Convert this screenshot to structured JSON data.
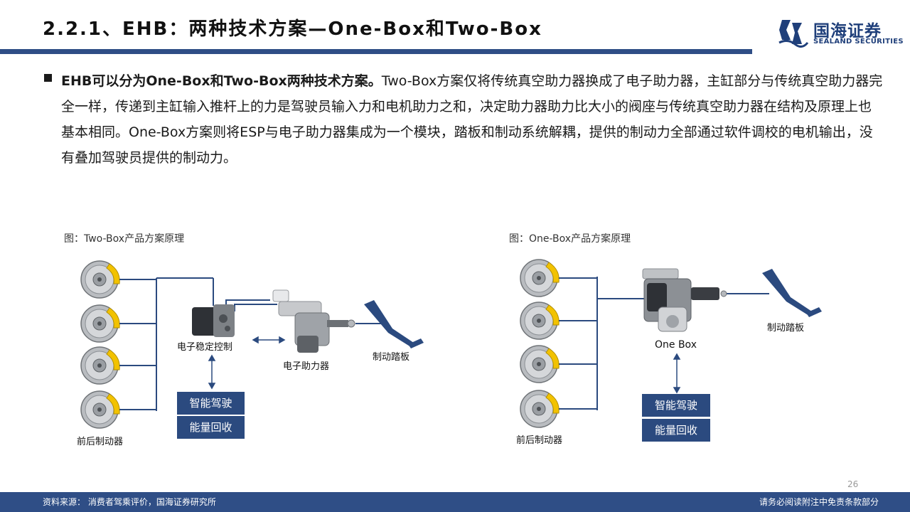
{
  "header": {
    "title": "2.2.1、EHB：两种技术方案—One-Box和Two-Box",
    "logo_cn": "国海证券",
    "logo_en": "SEALAND SECURITIES"
  },
  "body": {
    "bold_lead": "EHB可以分为One-Box和Two-Box两种技术方案。",
    "text": "Two-Box方案仅将传统真空助力器换成了电子助力器，主缸部分与传统真空助力器完全一样，传递到主缸输入推杆上的力是驾驶员输入力和电机助力之和，决定助力器助力比大小的阀座与传统真空助力器在结构及原理上也基本相同。One-Box方案则将ESP与电子助力器集成为一个模块，踏板和制动系统解耦，提供的制动力全部通过软件调校的电机输出，没有叠加驾驶员提供的制动力。"
  },
  "left_figure": {
    "caption": "图：Two-Box产品方案原理",
    "esc_label": "电子稳定控制",
    "booster_label": "电子助力器",
    "pedal_label": "制动踏板",
    "brakes_label": "前后制动器",
    "box1": "智能驾驶",
    "box2": "能量回收"
  },
  "right_figure": {
    "caption": "图：One-Box产品方案原理",
    "onebox_label": "One Box",
    "pedal_label": "制动踏板",
    "brakes_label": "前后制动器",
    "box1": "智能驾驶",
    "box2": "能量回收"
  },
  "footer": {
    "source": "资料来源： 消费者驾乘评价，国海证券研究所",
    "disclaimer": "请务必阅读附注中免责条款部分",
    "page": "26"
  },
  "colors": {
    "accent": "#2f4e86",
    "box": "#2b4a7f",
    "caliper": "#f2c200"
  }
}
